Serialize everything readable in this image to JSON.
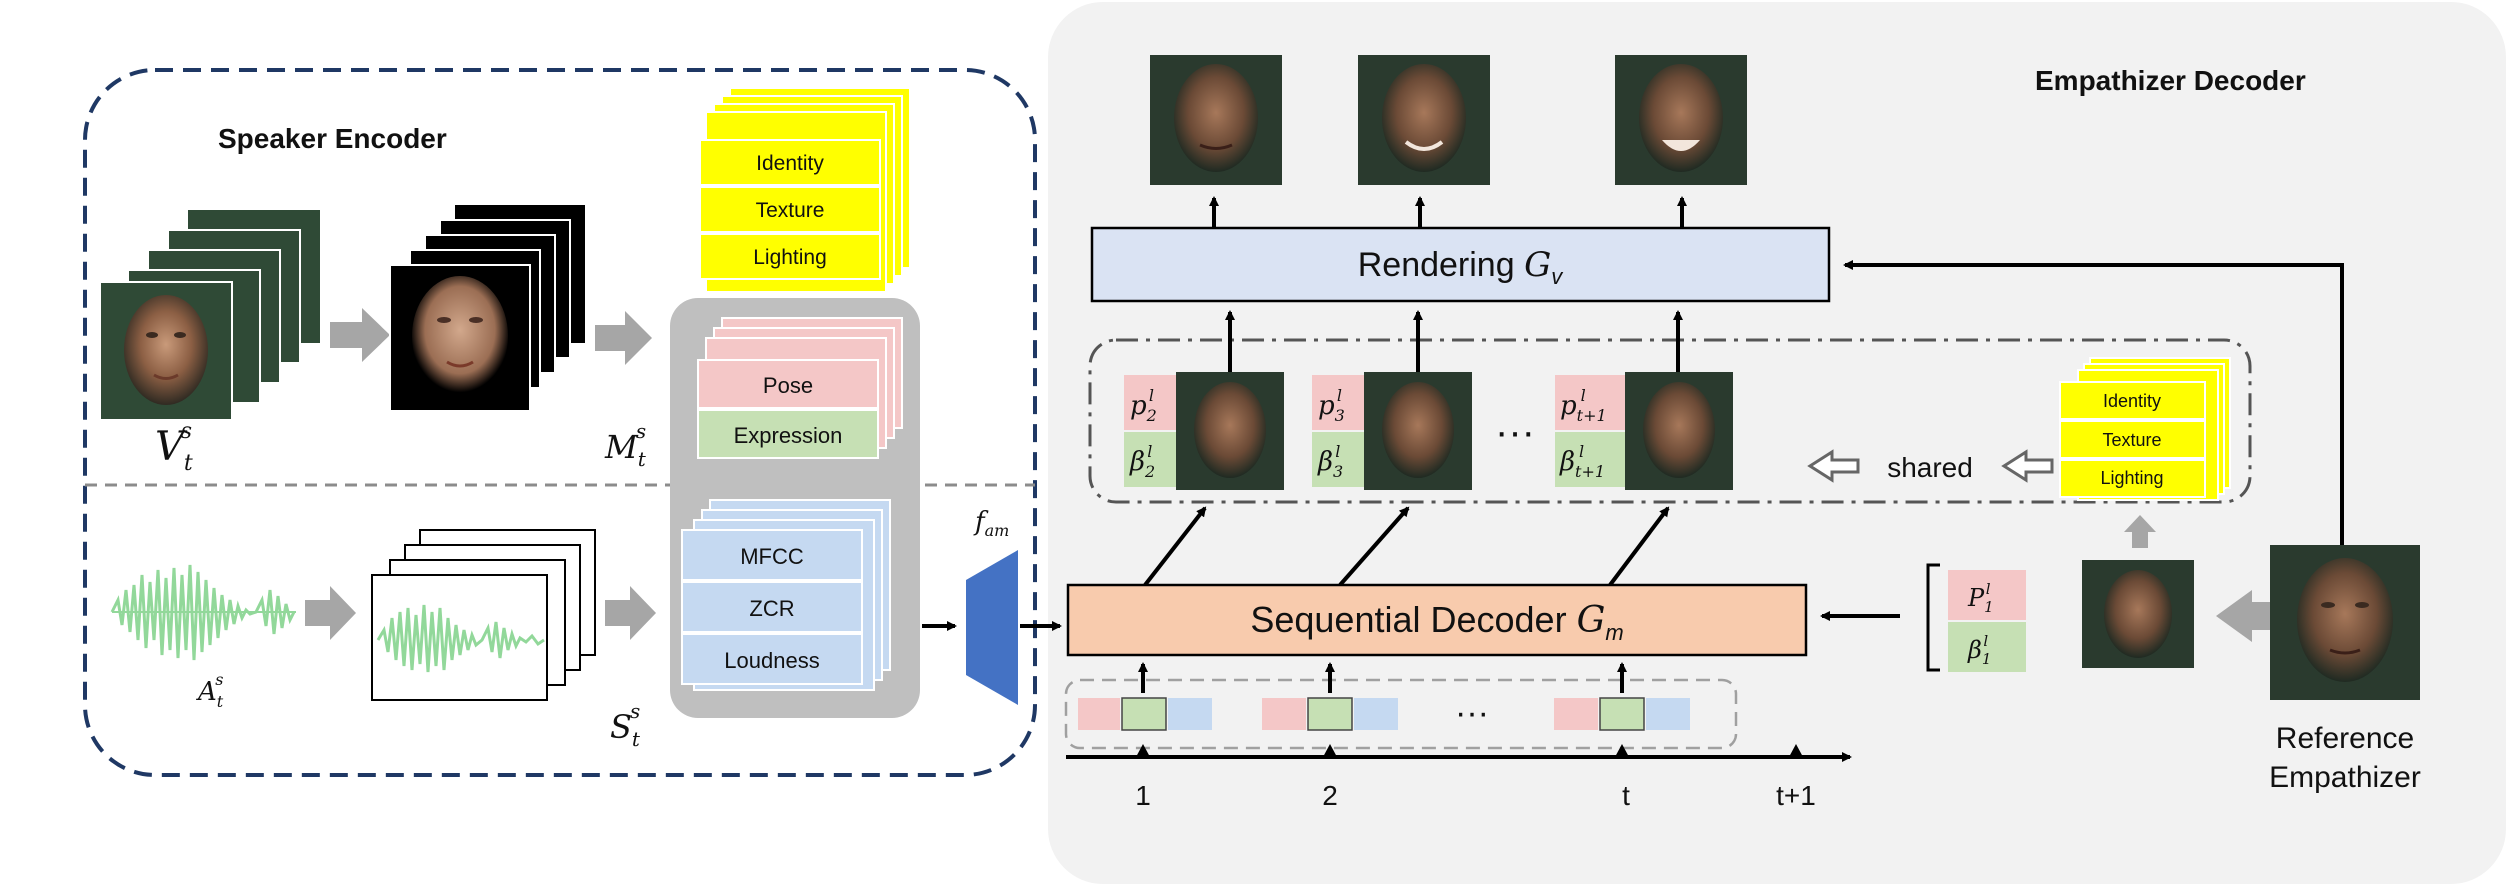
{
  "speaker_encoder": {
    "title": "Speaker Encoder",
    "v_label": "V",
    "v_sub": "t",
    "v_sup": "s",
    "m_label": "M",
    "m_sub": "t",
    "m_sup": "s",
    "a_label": "A",
    "a_sub": "t",
    "a_sup": "s",
    "s_label": "S",
    "s_sub": "t",
    "s_sup": "s",
    "yellow_cards": [
      "Identity",
      "Texture",
      "Lighting"
    ],
    "pose_label": "Pose",
    "expression_label": "Expression",
    "audio_features": [
      "MFCC",
      "ZCR",
      "Loudness"
    ],
    "fam_label": "f",
    "fam_sub": "am"
  },
  "empathizer_decoder": {
    "title": "Empathizer Decoder",
    "rendering_label": "Rendering ",
    "rendering_symbol": "G",
    "rendering_sub": "v",
    "sequential_label": "Sequential Decoder ",
    "sequential_symbol": "G",
    "sequential_sub": "m",
    "p_labels": [
      {
        "sym": "p",
        "sub": "2",
        "sup": "l"
      },
      {
        "sym": "p",
        "sub": "3",
        "sup": "l"
      },
      {
        "sym": "p",
        "sub": "t+1",
        "sup": "l"
      }
    ],
    "beta_labels": [
      {
        "sym": "β",
        "sub": "2",
        "sup": "l"
      },
      {
        "sym": "β",
        "sub": "3",
        "sup": "l"
      },
      {
        "sym": "β",
        "sub": "t+1",
        "sup": "l"
      }
    ],
    "ellipsis": "···",
    "shared_label": "shared",
    "shared_cards": [
      "Identity",
      "Texture",
      "Lighting"
    ],
    "ref_p": {
      "sym": "P",
      "sub": "1",
      "sup": "l"
    },
    "ref_beta": {
      "sym": "β",
      "sub": "1",
      "sup": "l"
    },
    "reference_label_1": "Reference",
    "reference_label_2": "Empathizer",
    "timeline": [
      "1",
      "2",
      "t",
      "t+1"
    ]
  },
  "colors": {
    "panel_bg": "#f2f2f2",
    "dashed_border": "#1f3864",
    "yellow": "#ffff00",
    "pink": "#f4c7c7",
    "green": "#c6e0b4",
    "blue": "#c5d9f1",
    "rendering_fill": "#dae3f3",
    "sequential_fill": "#f8cbad",
    "fam_fill": "#4472c4",
    "gray_arrow": "#a6a6a6",
    "feature_panel": "#bfbfbf",
    "wave": "#92d89a"
  }
}
